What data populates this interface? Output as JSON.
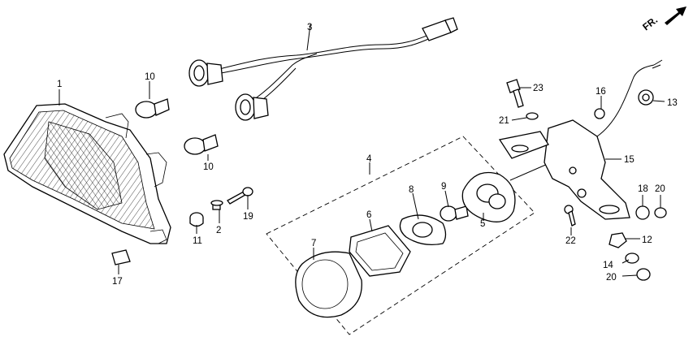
{
  "direction_label": "FR.",
  "callouts": {
    "c1": "1",
    "c2": "2",
    "c3": "3",
    "c4": "4",
    "c5": "5",
    "c6": "6",
    "c7": "7",
    "c8": "8",
    "c9": "9",
    "c10a": "10",
    "c10b": "10",
    "c11": "11",
    "c12": "12",
    "c13": "13",
    "c14": "14",
    "c15": "15",
    "c16": "16",
    "c17": "17",
    "c18": "18",
    "c19": "19",
    "c20a": "20",
    "c20b": "20",
    "c21": "21",
    "c22": "22",
    "c23": "23"
  }
}
